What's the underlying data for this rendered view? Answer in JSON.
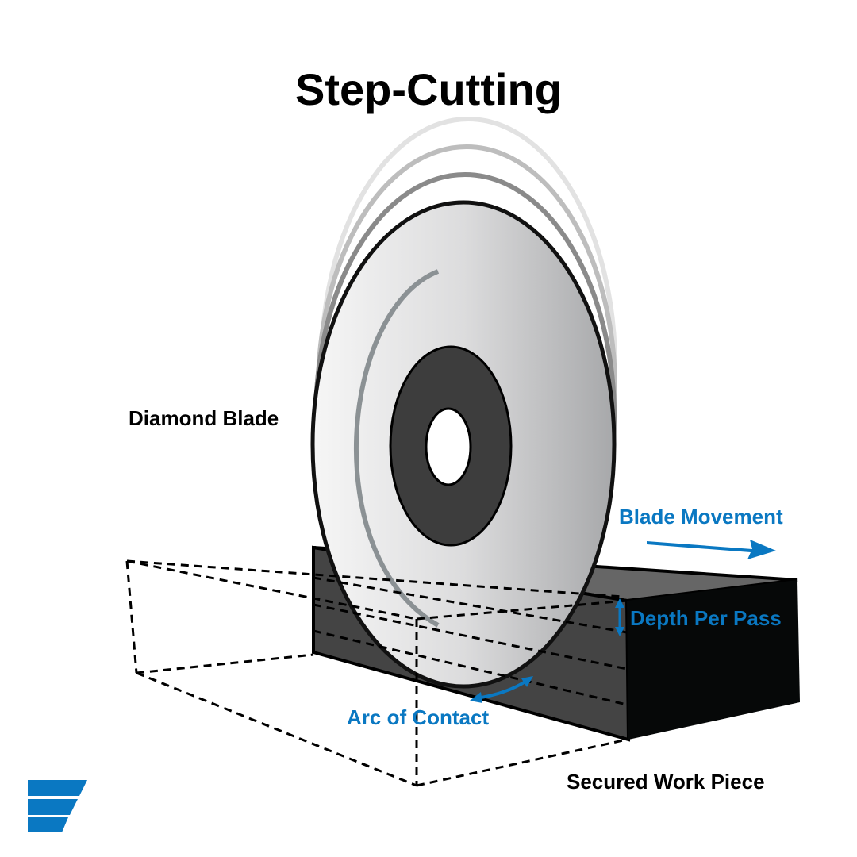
{
  "title": "Step-Cutting",
  "labels": {
    "diamond_blade": "Diamond Blade",
    "blade_movement": "Blade Movement",
    "depth_per_pass": "Depth Per Pass",
    "arc_of_contact": "Arc of Contact",
    "secured_work_piece": "Secured Work Piece"
  },
  "colors": {
    "accent": "#0a78c2",
    "block_front": "#444444",
    "block_top": "#666666",
    "block_side": "#060808"
  },
  "icons": {
    "logo": "company-logo"
  }
}
